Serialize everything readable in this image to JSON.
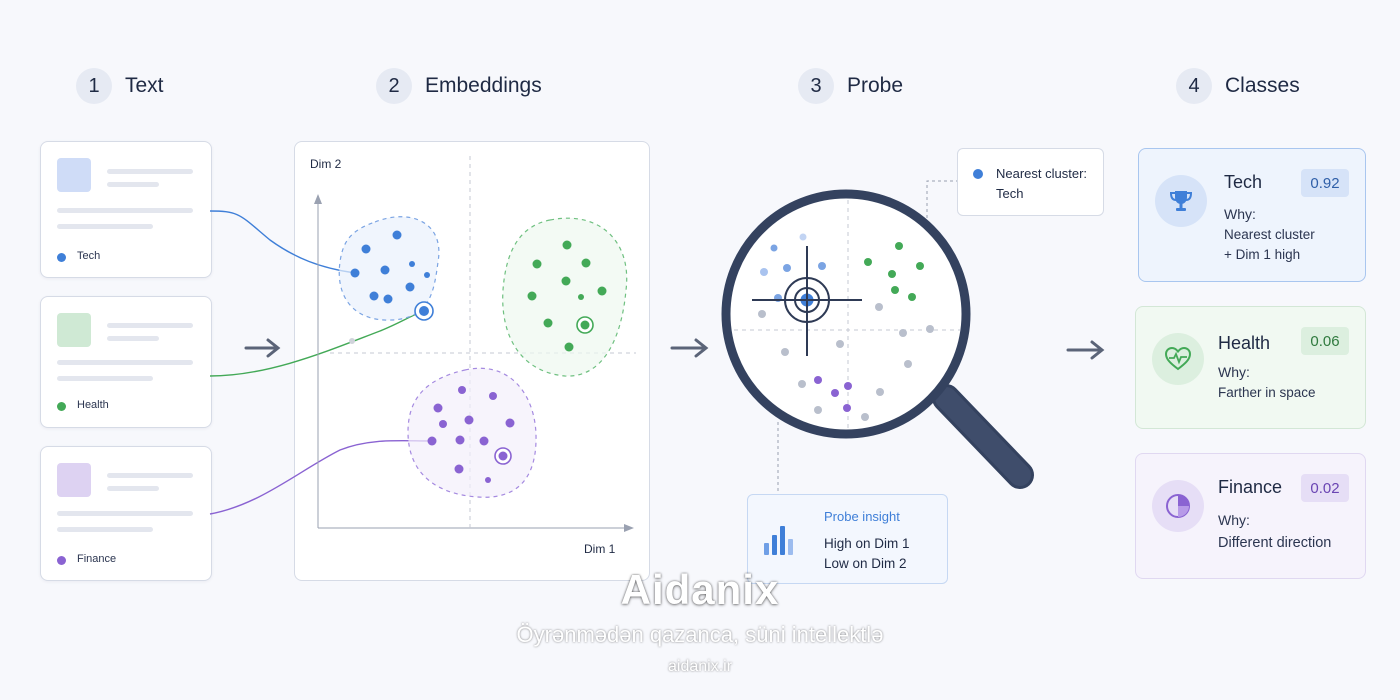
{
  "steps": [
    {
      "num": "1",
      "title": "Text"
    },
    {
      "num": "2",
      "title": "Embeddings"
    },
    {
      "num": "3",
      "title": "Probe"
    },
    {
      "num": "4",
      "title": "Classes"
    }
  ],
  "documents": [
    {
      "label": "Tech",
      "color": "#3f7fd8",
      "thumb": "#cfdcf7"
    },
    {
      "label": "Health",
      "color": "#43a957",
      "thumb": "#cfe9d4"
    },
    {
      "label": "Finance",
      "color": "#8a63d2",
      "thumb": "#ddd2f2"
    }
  ],
  "embeddings": {
    "y_axis": "Dim 2",
    "x_axis": "Dim 1",
    "clusters": [
      "Tech",
      "Health",
      "Finance"
    ]
  },
  "probe": {
    "nearest_title": "Nearest cluster:",
    "nearest_value": "Tech",
    "insight_title": "Probe insight",
    "insight_line1": "High on Dim 1",
    "insight_line2": "Low on Dim 2"
  },
  "classes": [
    {
      "name": "Tech",
      "score": "0.92",
      "why": "Why:",
      "reason1": "Nearest cluster",
      "reason2": "+ Dim 1 high",
      "icon": "trophy-icon",
      "accent": "#3f7fd8"
    },
    {
      "name": "Health",
      "score": "0.06",
      "why": "Why:",
      "reason1": "Farther in space",
      "icon": "heart-pulse-icon",
      "accent": "#43a957"
    },
    {
      "name": "Finance",
      "score": "0.02",
      "why": "Why:",
      "reason1": "Different direction",
      "icon": "pie-chart-icon",
      "accent": "#8a63d2"
    }
  ],
  "watermark": {
    "title": "Aidanix",
    "subtitle": "Öyrənmədən qazanca, süni intellektlə",
    "url": "aidanix.ir"
  },
  "colors": {
    "tech": "#3f7fd8",
    "health": "#43a957",
    "finance": "#8a63d2",
    "neutral": "#c7cad3",
    "lens_frame": "#34425f"
  }
}
